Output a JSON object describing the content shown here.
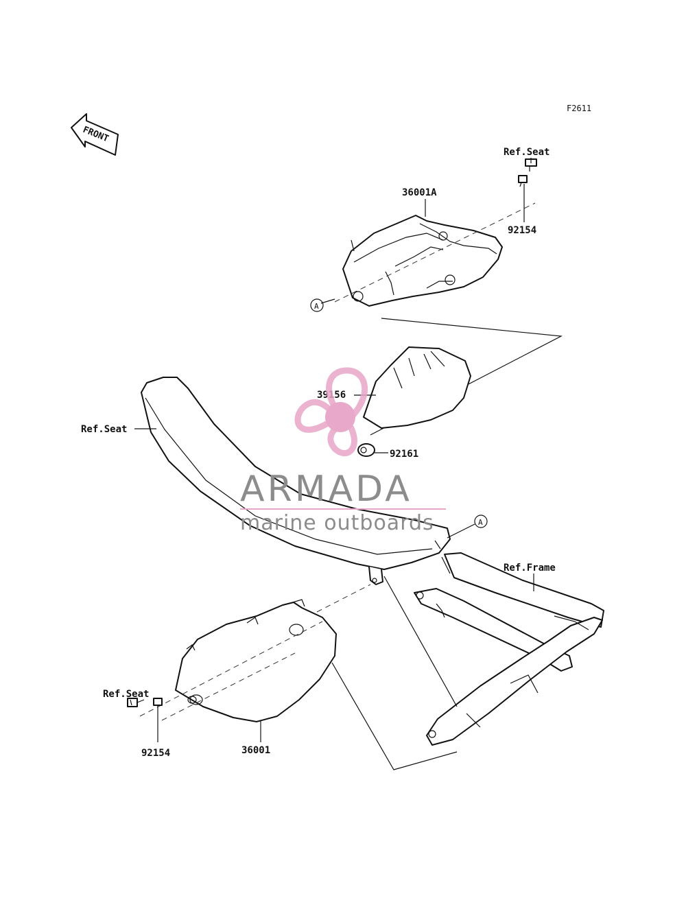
{
  "figure_code": "F2611",
  "front_arrow_text": "FRONT",
  "callouts": {
    "ref_seat_top": "Ref.Seat",
    "part_36001A": "36001A",
    "part_92154_top": "92154",
    "marker_a_top": "A",
    "part_39156": "39156",
    "ref_seat_main": "Ref.Seat",
    "part_92161": "92161",
    "marker_a_bottom": "A",
    "ref_frame": "Ref.Frame",
    "ref_seat_bottom": "Ref.Seat",
    "part_92154_bottom": "92154",
    "part_36001": "36001"
  },
  "watermark": {
    "title": "ARMADA",
    "subtitle": "marine outboards",
    "accent_color": "#e8a6c8",
    "accent_dark": "#e39ac0"
  }
}
